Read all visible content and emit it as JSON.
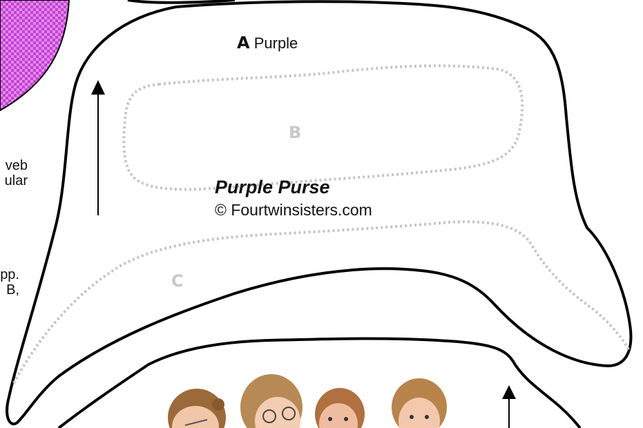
{
  "pattern": {
    "piece_a_label": "A",
    "piece_a_color_word": "Purple",
    "piece_b_label": "B",
    "piece_c_label": "C",
    "title": "Purple Purse",
    "copyright": "© Fourtwinsisters.com"
  },
  "left_fragments": {
    "line1": "veb",
    "line2": "ular",
    "line3": "pp.",
    "line4": "B,"
  },
  "colors": {
    "outline": "#000000",
    "dotted_line": "#c4c4c4",
    "purple_swatch": "#c03bd0"
  },
  "icons": [
    "grain-arrow-up-icon",
    "grain-arrow-up-icon",
    "sisters-logo-icon"
  ]
}
